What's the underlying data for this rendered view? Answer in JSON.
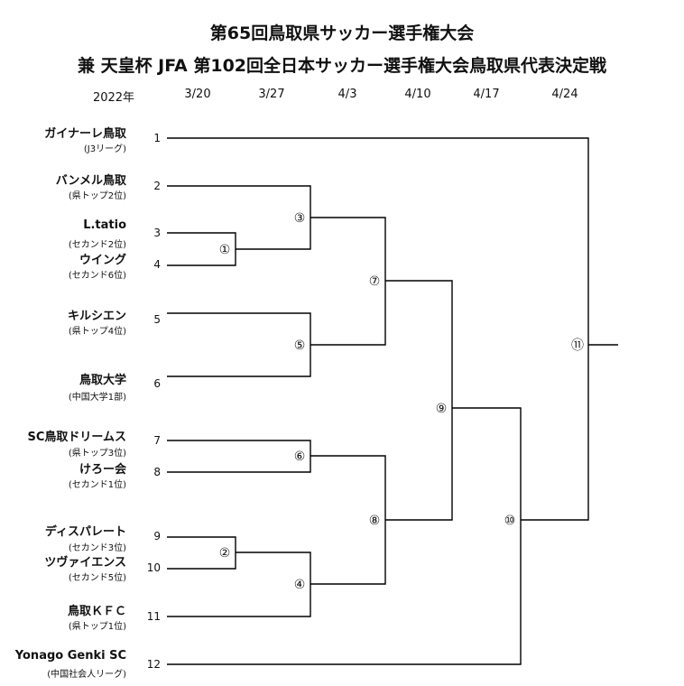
{
  "title_line1": "第65回鳥取県サッカー選手権大会",
  "title_line2": "兼 天皇杯 JFA 第102回全日本サッカー選手権大会鳥取県代表決定戦",
  "year_label": "2022年",
  "dates": [
    "3/20",
    "3/27",
    "4/3",
    "4/10",
    "4/17",
    "4/24"
  ],
  "teams": [
    {
      "seed": "1",
      "name": "ガイナーレ鳥取",
      "sub": "(J3リーグ)"
    },
    {
      "seed": "2",
      "name": "バンメル鳥取",
      "sub": "(県トップ2位)"
    },
    {
      "seed": "3",
      "name": "L.tatio",
      "sub": "(セカンド2位)"
    },
    {
      "seed": "4",
      "name": "ウイング",
      "sub": "(セカンド6位)"
    },
    {
      "seed": "5",
      "name": "キルシエン",
      "sub": "(県トップ4位)"
    },
    {
      "seed": "6",
      "name": "鳥取大学",
      "sub": "(中国大学1部)"
    },
    {
      "seed": "7",
      "name": "SC鳥取ドリームス",
      "sub": "(県トップ3位)"
    },
    {
      "seed": "8",
      "name": "けろー会",
      "sub": "(セカンド1位)"
    },
    {
      "seed": "9",
      "name": "ディスパレート",
      "sub": "(セカンド3位)"
    },
    {
      "seed": "10",
      "name": "ツヴァイエンス",
      "sub": "(セカンド5位)"
    },
    {
      "seed": "11",
      "name": "鳥取ＫＦＣ",
      "sub": "(県トップ1位)"
    },
    {
      "seed": "12",
      "name": "Yonago Genki SC",
      "sub": "(中国社会人リーグ)"
    }
  ],
  "matches": [
    {
      "label": "①"
    },
    {
      "label": "②"
    },
    {
      "label": "③"
    },
    {
      "label": "④"
    },
    {
      "label": "⑤"
    },
    {
      "label": "⑥"
    },
    {
      "label": "⑦"
    },
    {
      "label": "⑧"
    },
    {
      "label": "⑨"
    },
    {
      "label": "⑩"
    },
    {
      "label": "⑪"
    }
  ]
}
